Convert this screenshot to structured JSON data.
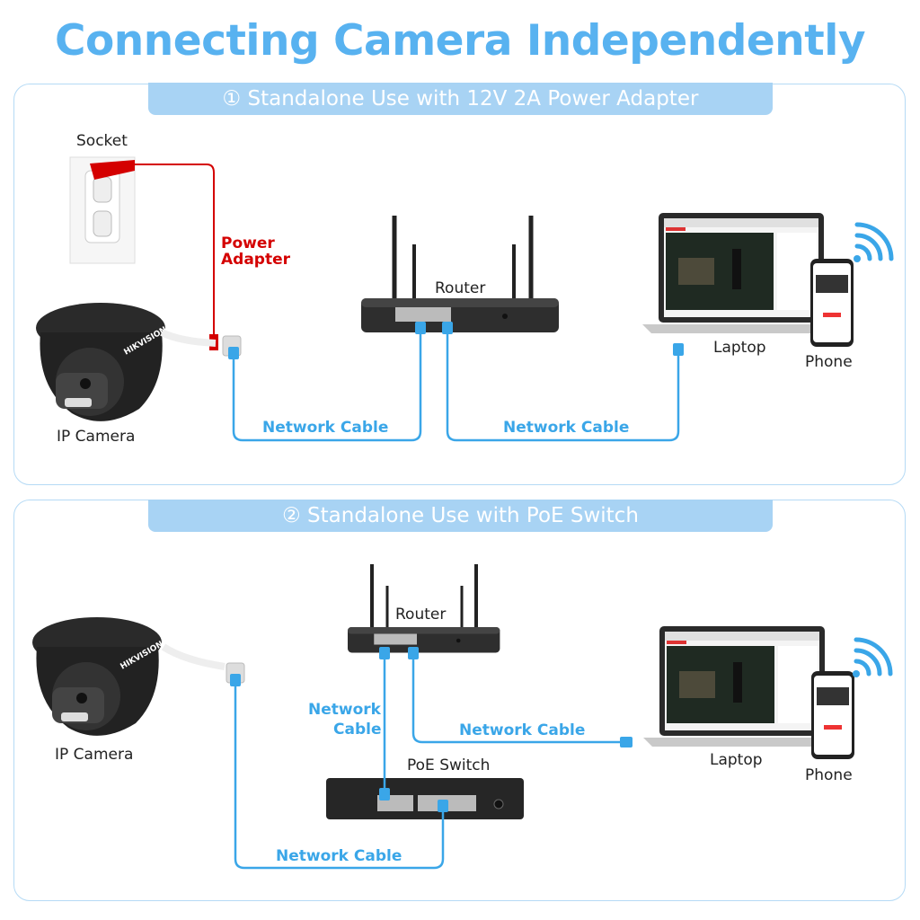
{
  "title": "Connecting Camera Independently",
  "colors": {
    "title": "#58b2f0",
    "header_bg": "#a8d3f4",
    "network_cable": "#3aa6e8",
    "power_cable": "#d40000",
    "device": "#2b2b2b"
  },
  "section1": {
    "header": "① Standalone Use with 12V 2A Power Adapter",
    "socket": "Socket",
    "power_adapter_line1": "Power",
    "power_adapter_line2": "Adapter",
    "camera": "IP Camera",
    "router": "Router",
    "laptop": "Laptop",
    "phone": "Phone",
    "cable_left": "Network Cable",
    "cable_right": "Network Cable"
  },
  "section2": {
    "header": "② Standalone Use with PoE Switch",
    "camera": "IP Camera",
    "router": "Router",
    "laptop": "Laptop",
    "phone": "Phone",
    "poe_switch": "PoE Switch",
    "cable_vertical_line1": "Network",
    "cable_vertical_line2": "Cable",
    "cable_laptop": "Network Cable",
    "cable_bottom": "Network Cable"
  },
  "icons": [
    "wifi-icon",
    "socket-icon",
    "camera-icon",
    "router-icon",
    "laptop-icon",
    "phone-icon",
    "poe-switch-icon"
  ]
}
